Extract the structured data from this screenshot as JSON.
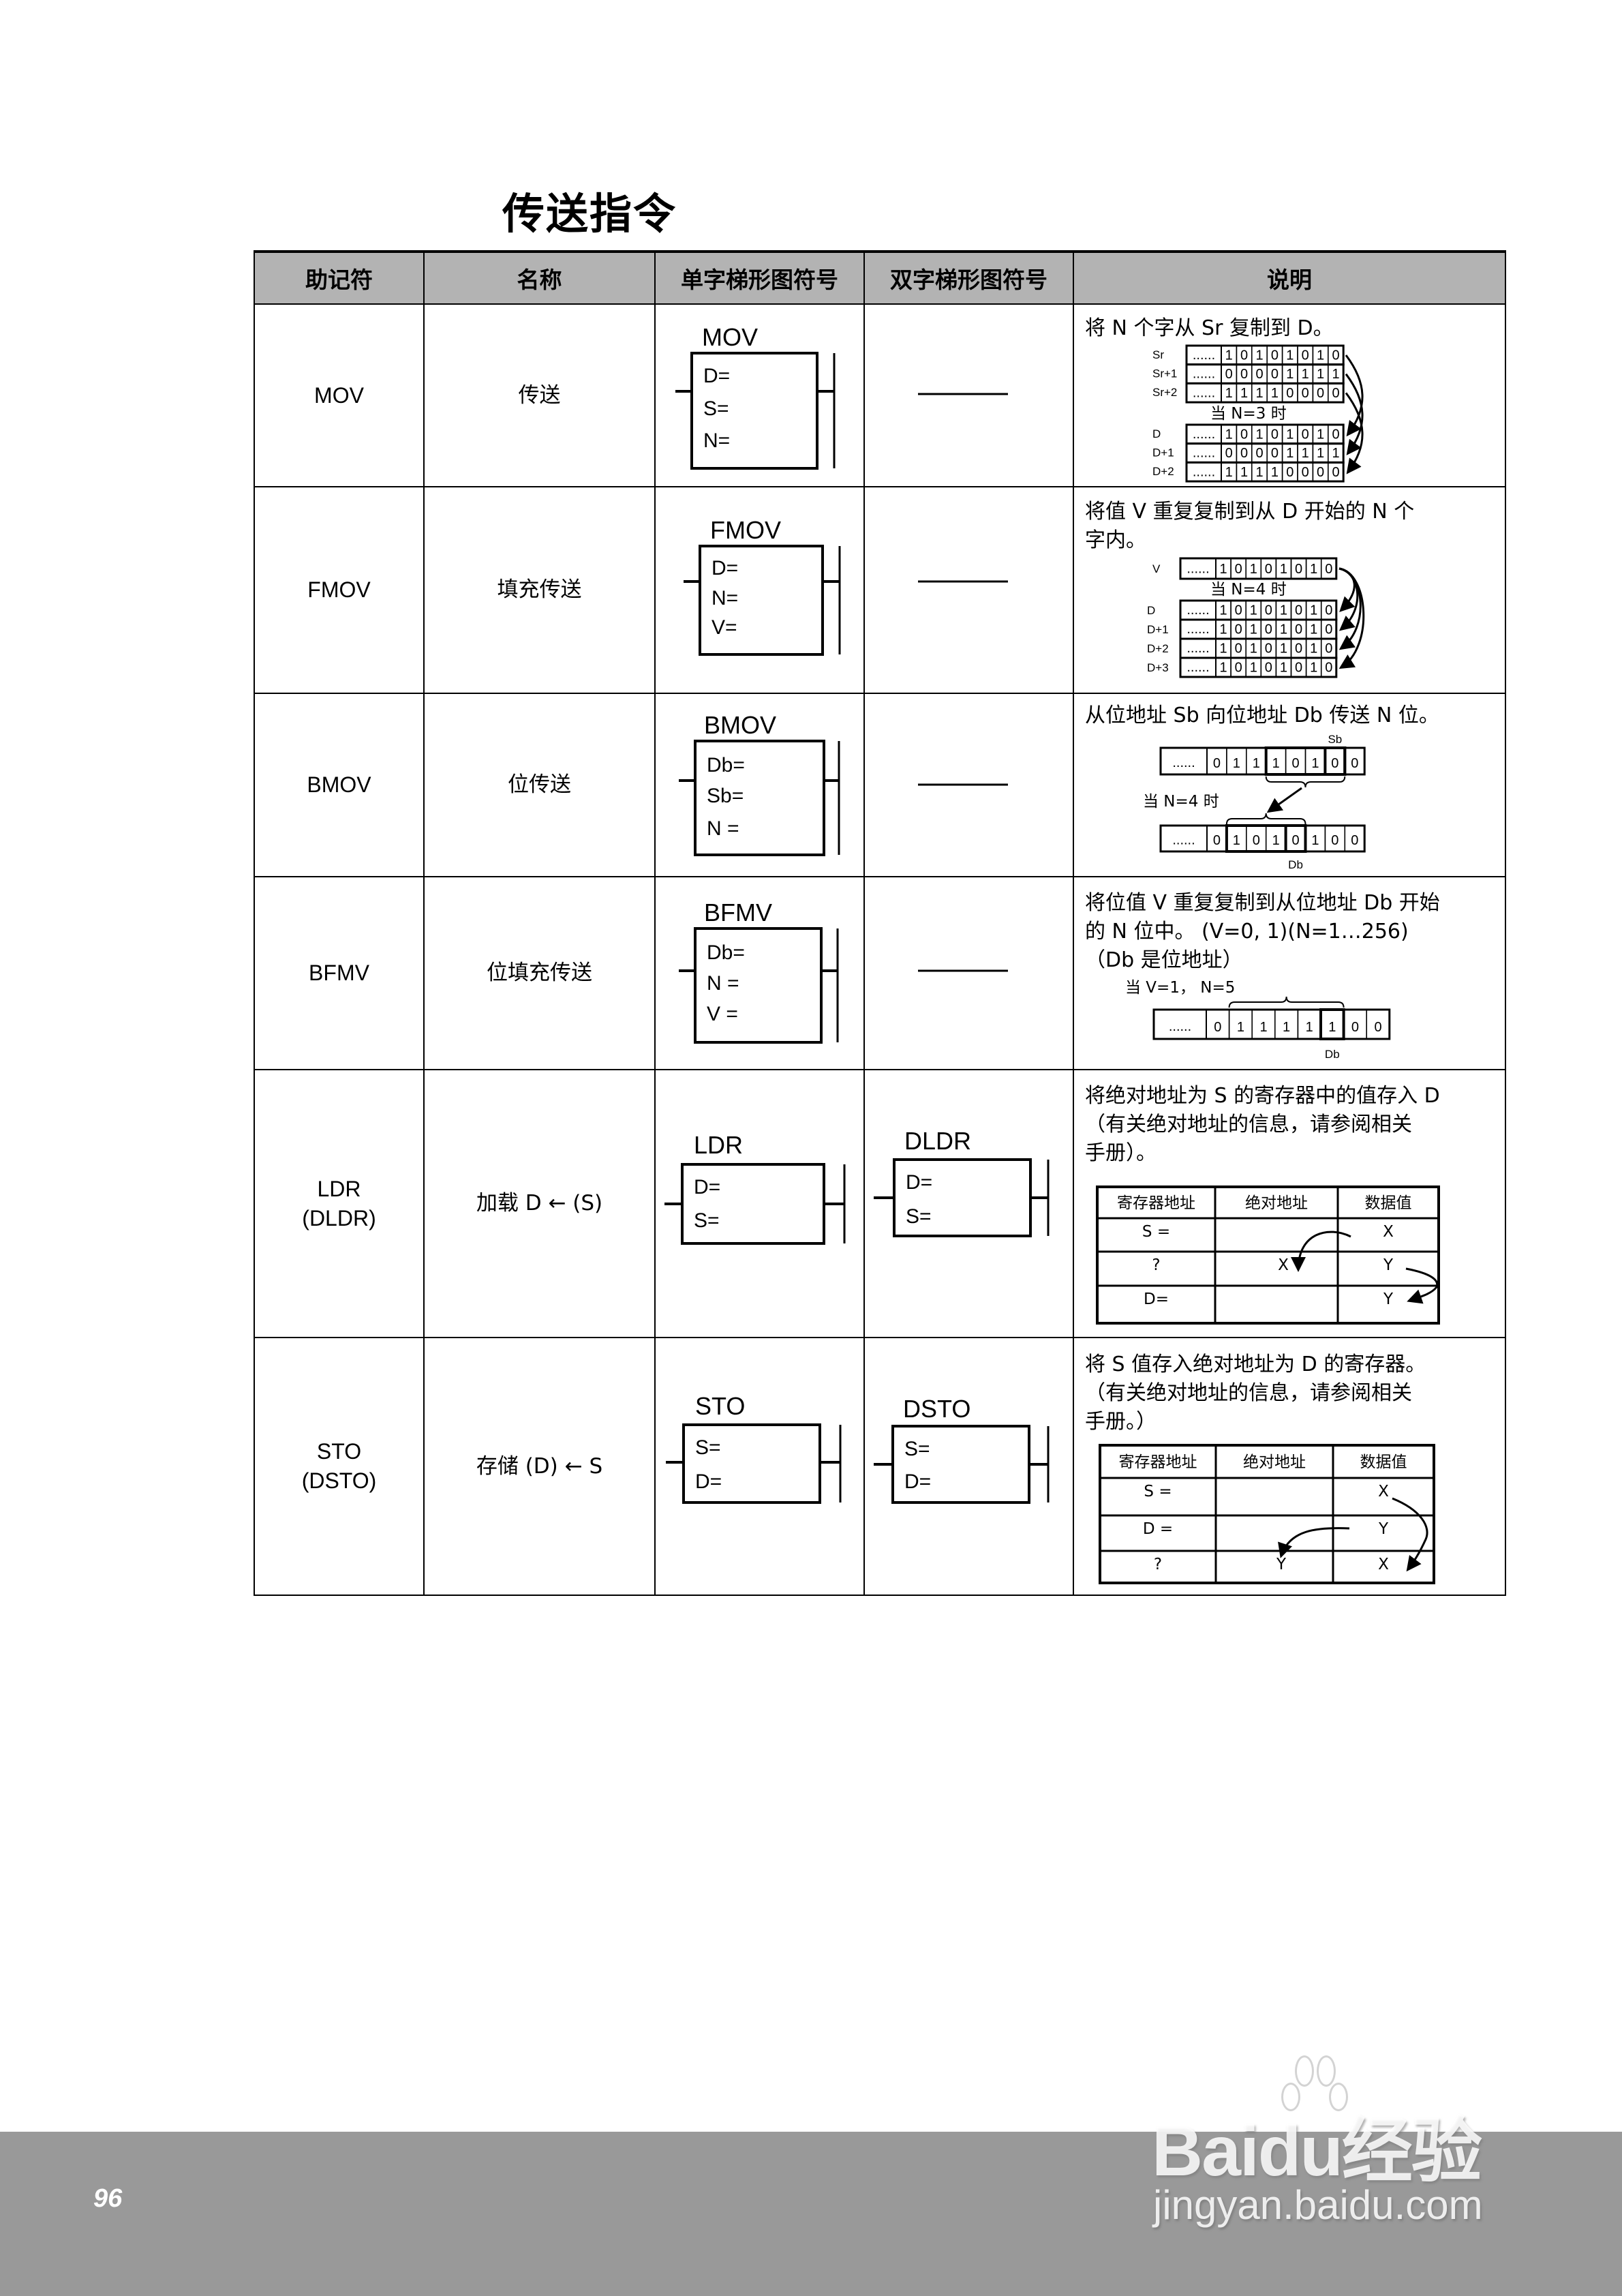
{
  "page_title": "传送指令",
  "table": {
    "headers": [
      "助记符",
      "名称",
      "单字梯形图符号",
      "双字梯形图符号",
      "说明"
    ],
    "rows": [
      {
        "mnemonic": [
          "MOV"
        ],
        "name": "传送",
        "single": {
          "title": "MOV",
          "params": [
            "D=",
            "S=",
            "N="
          ]
        },
        "double": null,
        "description": [
          "将 N 个字从 Sr 复制到 D。"
        ],
        "diagram": {
          "ellipsis": "......",
          "src_labels": [
            "Sr",
            "Sr+1",
            "Sr+2"
          ],
          "src": [
            "10101010",
            "00001111",
            "11110000"
          ],
          "condition": "当 N=3 时",
          "dst_labels": [
            "D",
            "D+1",
            "D+2"
          ],
          "dst": [
            "10101010",
            "00001111",
            "11110000"
          ]
        }
      },
      {
        "mnemonic": [
          "FMOV"
        ],
        "name": "填充传送",
        "single": {
          "title": "FMOV",
          "params": [
            "D=",
            "N=",
            "V="
          ]
        },
        "double": null,
        "description": [
          "将值 V 重复复制到从 D 开始的 N 个",
          "字内。"
        ],
        "diagram": {
          "ellipsis": "......",
          "src_labels": [
            "V"
          ],
          "src": [
            "10101010"
          ],
          "condition": "当 N=4 时",
          "dst_labels": [
            "D",
            "D+1",
            "D+2",
            "D+3"
          ],
          "dst": [
            "10101010",
            "10101010",
            "10101010",
            "10101010"
          ]
        }
      },
      {
        "mnemonic": [
          "BMOV"
        ],
        "name": "位传送",
        "single": {
          "title": "BMOV",
          "params": [
            "Db=",
            "Sb=",
            "N ="
          ]
        },
        "double": null,
        "description": [
          "从位地址 Sb 向位地址 Db 传送 N 位。"
        ],
        "diagram": {
          "ellipsis": "......",
          "src_label": "Sb",
          "src": "01110100",
          "condition": "当 N=4 时",
          "dst": "01010100",
          "dst_label": "Db"
        }
      },
      {
        "mnemonic": [
          "BFMV"
        ],
        "name": "位填充传送",
        "single": {
          "title": "BFMV",
          "params": [
            "Db=",
            "N =",
            "V ="
          ]
        },
        "double": null,
        "description": [
          "将位值 V 重复复制到从位地址 Db 开始",
          "的 N 位中。 (V=0, 1)(N=1…256)",
          "（Db 是位地址）"
        ],
        "diagram": {
          "ellipsis": "......",
          "condition": "当 V=1， N=5",
          "bits": "01111100",
          "label": "Db"
        }
      },
      {
        "mnemonic": [
          "LDR",
          "(DLDR)"
        ],
        "name": "加载 D ← (S)",
        "single": {
          "title": "LDR",
          "params": [
            "D=",
            "S="
          ]
        },
        "double": {
          "title": "DLDR",
          "params": [
            "D=",
            "S="
          ]
        },
        "description": [
          "将绝对地址为 S 的寄存器中的值存入 D",
          "（有关绝对地址的信息，请参阅相关",
          "手册）。"
        ],
        "diagram": {
          "headers": [
            "寄存器地址",
            "绝对地址",
            "数据值"
          ],
          "rows": [
            [
              "S =",
              "",
              "X"
            ],
            [
              "?",
              "X",
              "Y"
            ],
            [
              "D=",
              "",
              "Y"
            ]
          ]
        }
      },
      {
        "mnemonic": [
          "STO",
          "(DSTO)"
        ],
        "name": "存储 (D) ← S",
        "single": {
          "title": "STO",
          "params": [
            "S=",
            "D="
          ]
        },
        "double": {
          "title": "DSTO",
          "params": [
            "S=",
            "D="
          ]
        },
        "description": [
          "将 S 值存入绝对地址为 D 的寄存器。",
          "（有关绝对地址的信息，请参阅相关",
          "手册。）"
        ],
        "diagram": {
          "headers": [
            "寄存器地址",
            "绝对地址",
            "数据值"
          ],
          "rows": [
            [
              "S =",
              "",
              "X"
            ],
            [
              "D =",
              "",
              "Y"
            ],
            [
              "?",
              "Y",
              "X"
            ]
          ]
        }
      }
    ]
  },
  "footer": {
    "page_number": "96",
    "background": "#999999",
    "watermark_logo": "Baidu经验",
    "watermark_url": "jingyan.baidu.com"
  },
  "colors": {
    "header_bg": "#b3b3b3",
    "line": "#000000"
  }
}
